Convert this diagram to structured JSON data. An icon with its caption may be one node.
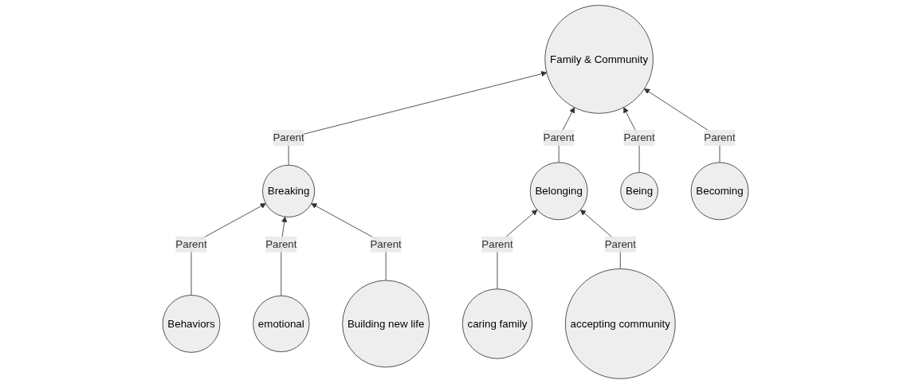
{
  "diagram": {
    "nodes": [
      {
        "text": [
          "Family & Community"
        ]
      },
      {
        "text": [
          "Breaking"
        ]
      },
      {
        "text": [
          "Belonging"
        ]
      },
      {
        "text": [
          "Being"
        ]
      },
      {
        "text": [
          "Becoming"
        ]
      },
      {
        "text": [
          "Behaviors"
        ]
      },
      {
        "text": [
          "emotional"
        ]
      },
      {
        "text": [
          "Building new life"
        ]
      },
      {
        "text": [
          "caring family"
        ]
      },
      {
        "text": [
          "accepting community"
        ]
      }
    ],
    "edges": [
      {
        "from": 1,
        "to": 0,
        "arrow": "to",
        "label": "Parent"
      },
      {
        "from": 2,
        "to": 0,
        "arrow": "to",
        "label": "Parent"
      },
      {
        "from": 3,
        "to": 0,
        "arrow": "to",
        "label": "Parent"
      },
      {
        "from": 4,
        "to": 0,
        "arrow": "to",
        "label": "Parent"
      },
      {
        "from": 5,
        "to": 1,
        "arrow": "to",
        "label": "Parent"
      },
      {
        "from": 6,
        "to": 1,
        "arrow": "to",
        "label": "Parent"
      },
      {
        "from": 7,
        "to": 1,
        "arrow": "to",
        "label": "Parent"
      },
      {
        "from": 8,
        "to": 2,
        "arrow": "to",
        "label": "Parent"
      },
      {
        "from": 9,
        "to": 2,
        "arrow": "to",
        "label": "Parent"
      }
    ]
  }
}
